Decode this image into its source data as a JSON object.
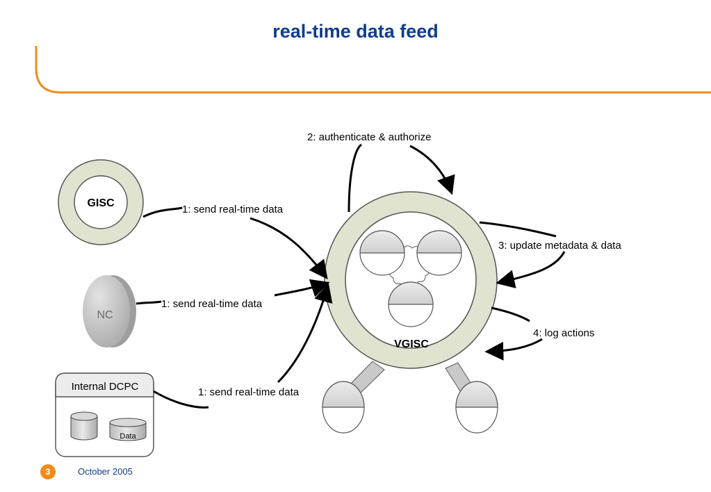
{
  "slide": {
    "title": "real-time data  feed",
    "page_number": "3",
    "date": "October 2005"
  },
  "diagram": {
    "nodes": {
      "gisc": "GISC",
      "nc": "NC",
      "internal_dcpc": "Internal DCPC",
      "data_store": "Data",
      "vgisc": "VGISC"
    },
    "edges": {
      "gisc_send": "1: send real-time data",
      "nc_send": "1: send real-time data",
      "dcpc_send": "1: send real-time data",
      "authenticate": "2: authenticate & authorize",
      "update": "3: update metadata & data",
      "log": "4: log actions"
    }
  },
  "colors": {
    "title": "#103c8c",
    "accent": "#f28c1c",
    "ring_fill": "#dfe3cf",
    "nc_fill": "#c8c8c8"
  }
}
